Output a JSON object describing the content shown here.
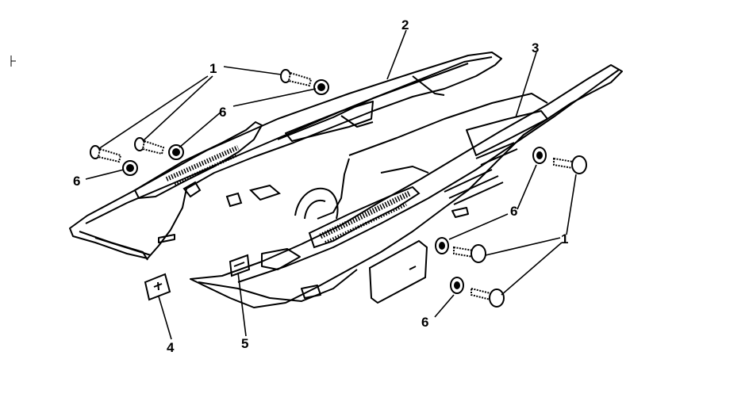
{
  "callouts": [
    {
      "id": "c1a",
      "label": "1"
    },
    {
      "id": "c2",
      "label": "2"
    },
    {
      "id": "c3",
      "label": "3"
    },
    {
      "id": "c6a",
      "label": "6"
    },
    {
      "id": "c6b",
      "label": "6"
    },
    {
      "id": "c6c",
      "label": "6"
    },
    {
      "id": "c1b",
      "label": "1"
    },
    {
      "id": "c6d",
      "label": "6"
    },
    {
      "id": "c4",
      "label": "4"
    },
    {
      "id": "c5",
      "label": "5"
    }
  ]
}
